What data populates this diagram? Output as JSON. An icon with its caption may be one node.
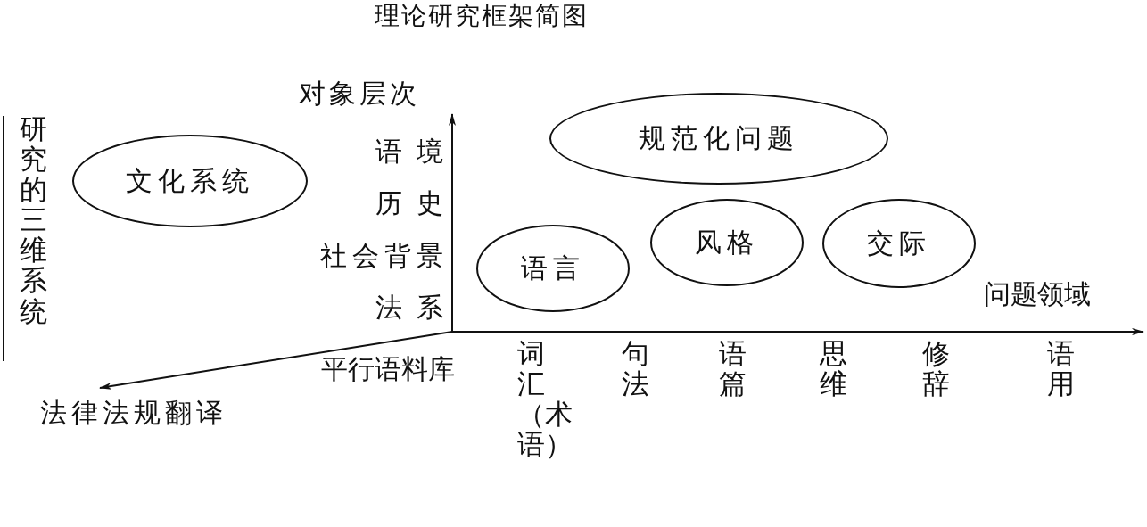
{
  "diagram": {
    "title": "理论研究框架简图",
    "nodes": [
      {
        "text": [
          "文化系统"
        ]
      },
      {
        "text": [
          "规范化问题"
        ]
      },
      {
        "text": [
          "语言"
        ]
      },
      {
        "text": [
          "风格"
        ]
      },
      {
        "text": [
          "交际"
        ]
      }
    ],
    "labels": [
      "研究的三维系统",
      "对象层次",
      "语境",
      "历史",
      "社会背景",
      "法系",
      "问题领域",
      "平行语料库",
      "词汇（术语）",
      "句法",
      "语篇",
      "思维",
      "修辞",
      "语用",
      "法律法规翻译"
    ]
  }
}
